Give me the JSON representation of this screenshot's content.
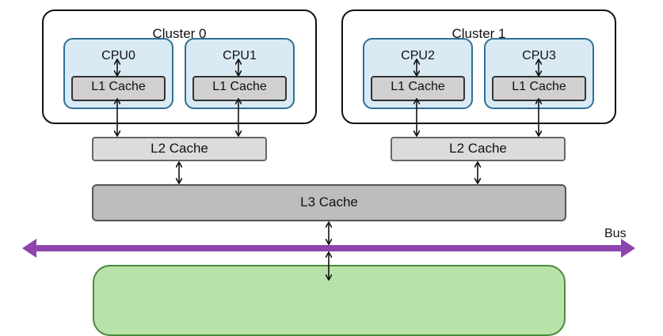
{
  "clusters": [
    {
      "title": "Cluster 0",
      "cpus": [
        {
          "label": "CPU0",
          "cache": "L1 Cache"
        },
        {
          "label": "CPU1",
          "cache": "L1 Cache"
        }
      ],
      "l2": "L2 Cache"
    },
    {
      "title": "Cluster 1",
      "cpus": [
        {
          "label": "CPU2",
          "cache": "L1 Cache"
        },
        {
          "label": "CPU3",
          "cache": "L1 Cache"
        }
      ],
      "l2": "L2 Cache"
    }
  ],
  "l3": "L3 Cache",
  "bus": {
    "label": "Bus",
    "color": "#8e44ad"
  },
  "colors": {
    "cpu_fill": "#d9eaf5",
    "cpu_border": "#2f6f97",
    "memory_fill": "#b9e2aa",
    "memory_border": "#4a8a3b"
  }
}
